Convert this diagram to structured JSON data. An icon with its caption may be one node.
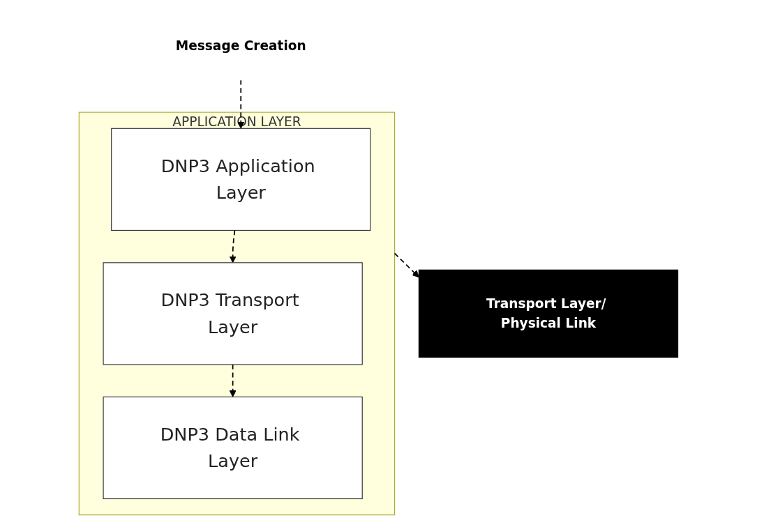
{
  "diagram": {
    "nodes": [
      {
        "text": [
          "Message Creation"
        ]
      },
      {
        "text": [
          "APPLICATION LAYER"
        ]
      },
      {
        "text": [
          "DNP3 Application Layer"
        ],
        "in": 1
      },
      {
        "text": [
          "DNP3 Transport Layer"
        ],
        "in": 1
      },
      {
        "text": [
          "DNP3 Data Link Layer"
        ],
        "in": 1
      },
      {
        "text": [
          "Transport Layer/ Physical Link"
        ]
      }
    ],
    "edges": [
      {
        "from": 0,
        "to": 2,
        "arrow": "to",
        "style": "dashed"
      },
      {
        "from": 2,
        "to": 3,
        "arrow": "to",
        "style": "dashed"
      },
      {
        "from": 3,
        "to": 4,
        "arrow": "to",
        "style": "dashed"
      },
      {
        "from": 1,
        "to": 5,
        "arrow": "to",
        "style": "dashed"
      }
    ]
  }
}
